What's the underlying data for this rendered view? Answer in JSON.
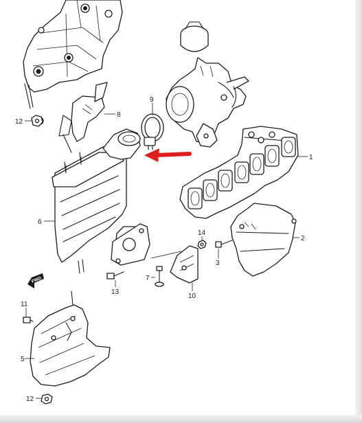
{
  "callouts": {
    "c1": "1",
    "c2": "2",
    "c3": "3",
    "c5": "5",
    "c6": "6",
    "c7": "7",
    "c8": "8",
    "c9": "9",
    "c10": "10",
    "c11": "11",
    "c12_top": "12",
    "c12_bottom": "12",
    "c13": "13",
    "c14": "14"
  },
  "fwd_label": "FWD",
  "colors": {
    "line": "#1a1a1a",
    "highlight_arrow": "#e01e1e",
    "background": "#ffffff"
  },
  "icons": {
    "highlight": "red-pointer-arrow",
    "direction": "fwd-arrow"
  }
}
